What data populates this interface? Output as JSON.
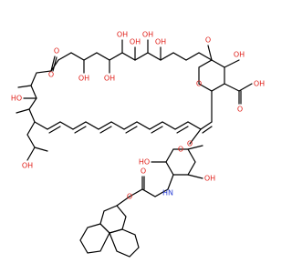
{
  "molecule": {
    "atom_labels": {
      "oh_top_1": "OH",
      "oh_top_2": "OH",
      "oh_top_3": "OH",
      "oh_right_1": "OH",
      "o_methoxy": "O",
      "methyl_label": "OH",
      "oh_left_1": "OH",
      "oh_mid_1": "OH",
      "oh_mid_2": "OH",
      "ho_left": "HO",
      "ring_o_ester": "O",
      "carbonyl_o": "O",
      "ring_o_pyran": "O",
      "cooh_o": "O",
      "cooh_oh": "OH",
      "glyco_o": "O",
      "sugar_o": "O",
      "sugar_oh_1": "HO",
      "sugar_oh_2": "OH",
      "nh": "HN",
      "carbamate_o1": "O",
      "carbamate_o2": "O"
    }
  },
  "colors": {
    "bond": "#000000",
    "oxygen": "#e0201a",
    "nitrogen": "#2a3fd6"
  }
}
